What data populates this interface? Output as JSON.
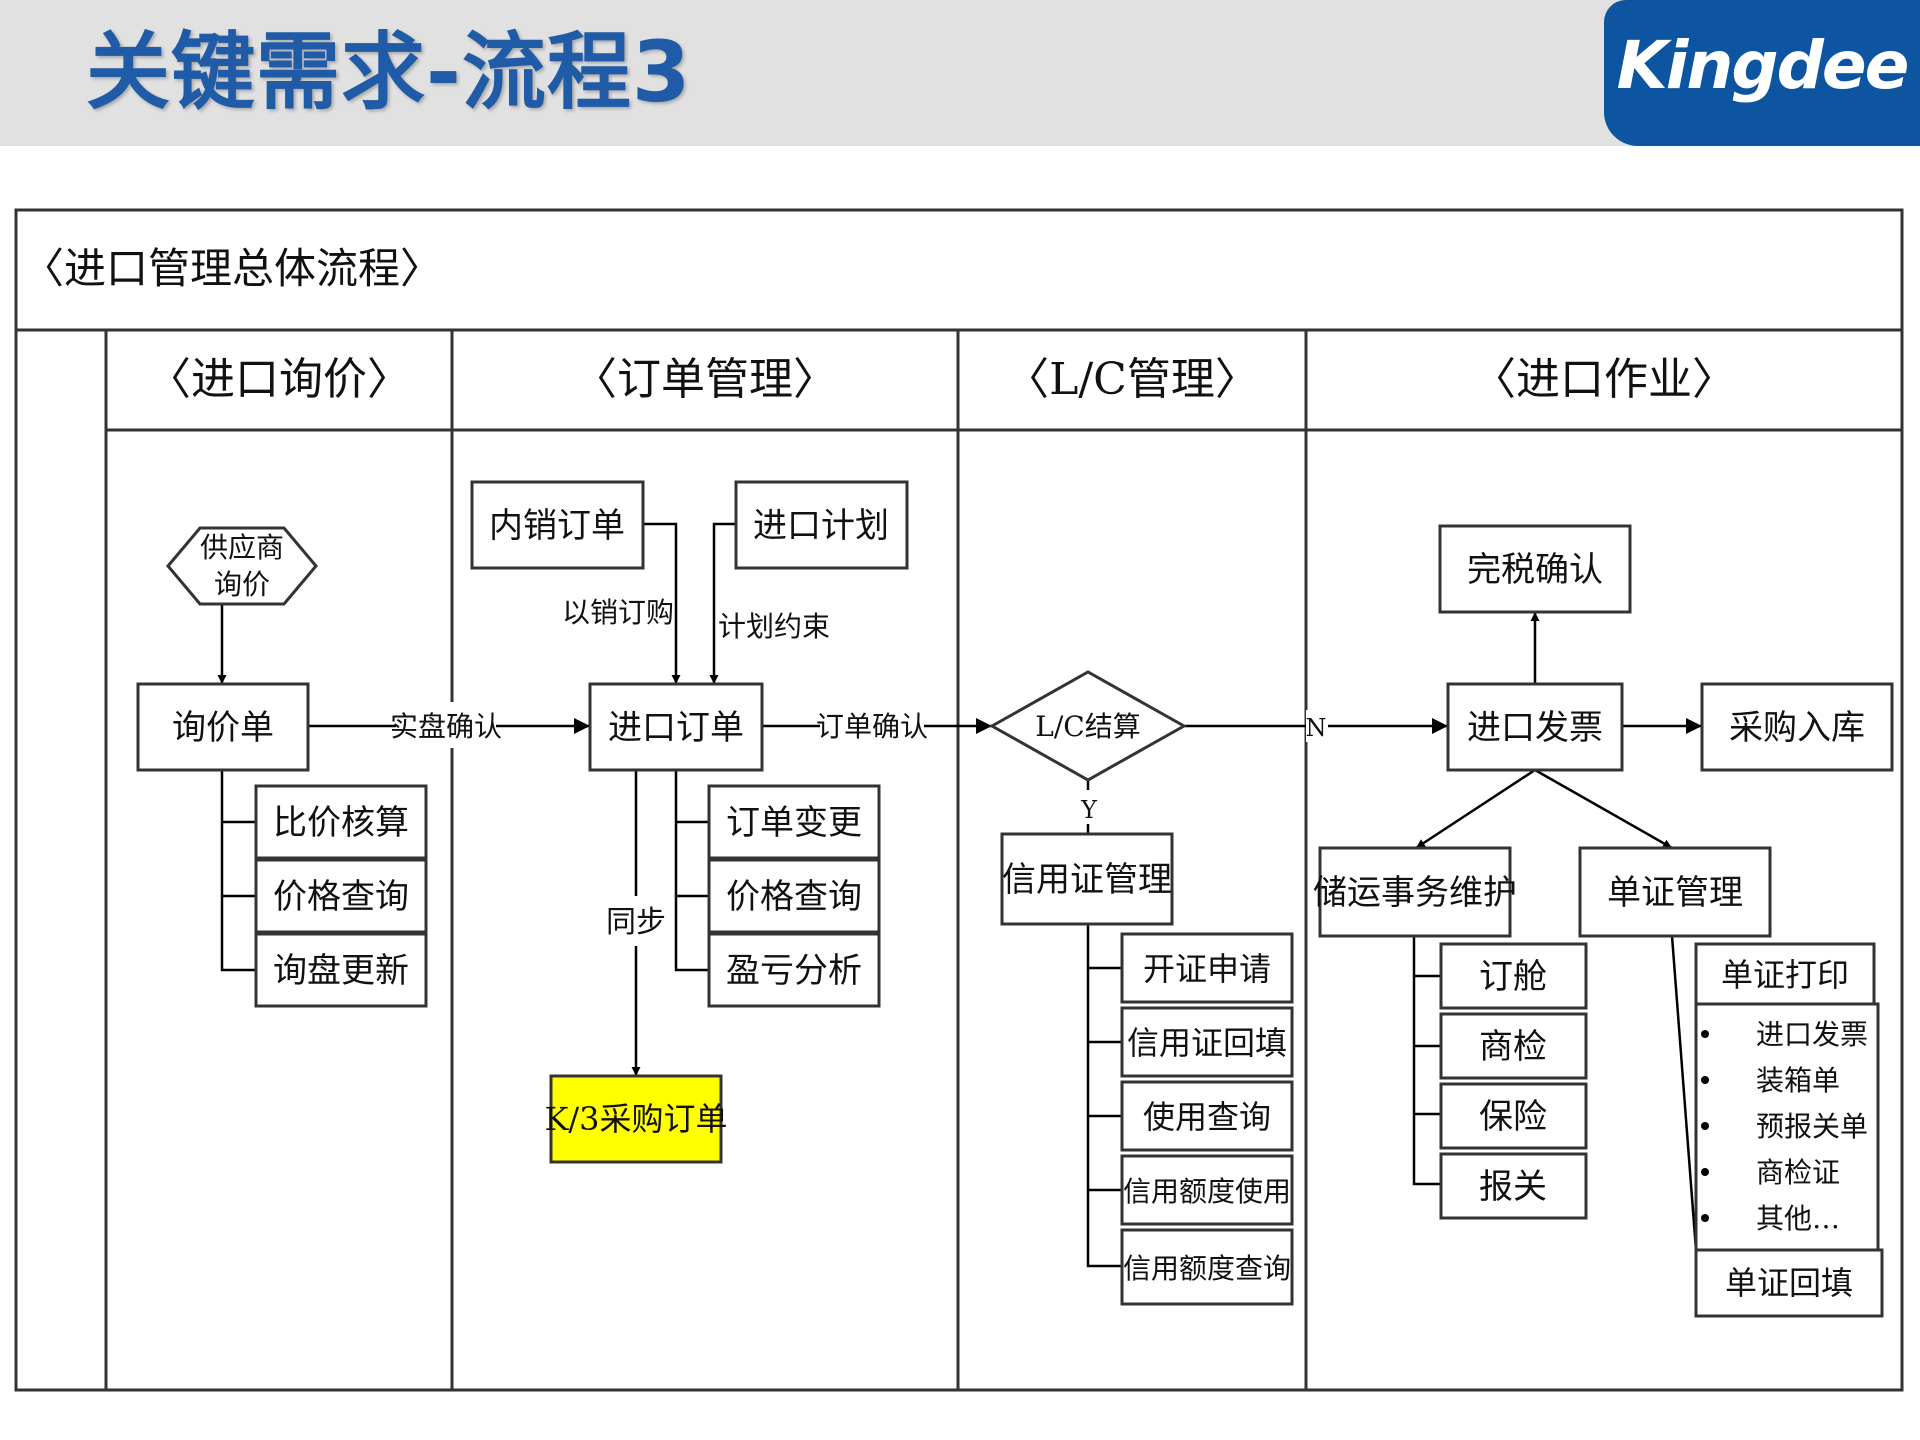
{
  "header": {
    "title": "关键需求-流程3",
    "logo": "Kingdee"
  },
  "diagram": {
    "title": "〈进口管理总体流程〉",
    "lanes": {
      "inquiry": "〈进口询价〉",
      "order": "〈订单管理〉",
      "lc": "〈L/C管理〉",
      "import_ops": "〈进口作业〉"
    },
    "nodes": {
      "supplier_inquiry": [
        "供应商",
        "询价"
      ],
      "inquiry_sheet": "询价单",
      "price_compare": "比价核算",
      "price_query_1": "价格查询",
      "inquiry_update": "询盘更新",
      "domestic_order": "内销订单",
      "import_plan": "进口计划",
      "import_order": "进口订单",
      "order_change": "订单变更",
      "price_query_2": "价格查询",
      "profit_loss": "盈亏分析",
      "k3_po": "K/3采购订单",
      "lc_settle": "L/C结算",
      "lc_mgmt": "信用证管理",
      "lc_apply": "开证申请",
      "lc_backfill": "信用证回填",
      "usage_query": "使用查询",
      "credit_use": "信用额度使用",
      "credit_query": "信用额度查询",
      "tax_confirm": "完税确认",
      "import_invoice": "进口发票",
      "purchase_in": "采购入库",
      "logistics": "储运事务维护",
      "doc_mgmt": "单证管理",
      "booking": "订舱",
      "inspection": "商检",
      "insurance": "保险",
      "customs": "报关",
      "doc_print": "单证打印",
      "doc_backfill": "单证回填"
    },
    "doc_list": [
      "进口发票",
      "装箱单",
      "预报关单",
      "商检证",
      "其他…"
    ],
    "edge_labels": {
      "stock_confirm": "实盘确认",
      "sales_driven": "以销订购",
      "plan_constraint": "计划约束",
      "sync": "同步",
      "order_confirm": "订单确认",
      "no": "N",
      "yes": "Y"
    },
    "highlight_color": "#ffff00"
  }
}
